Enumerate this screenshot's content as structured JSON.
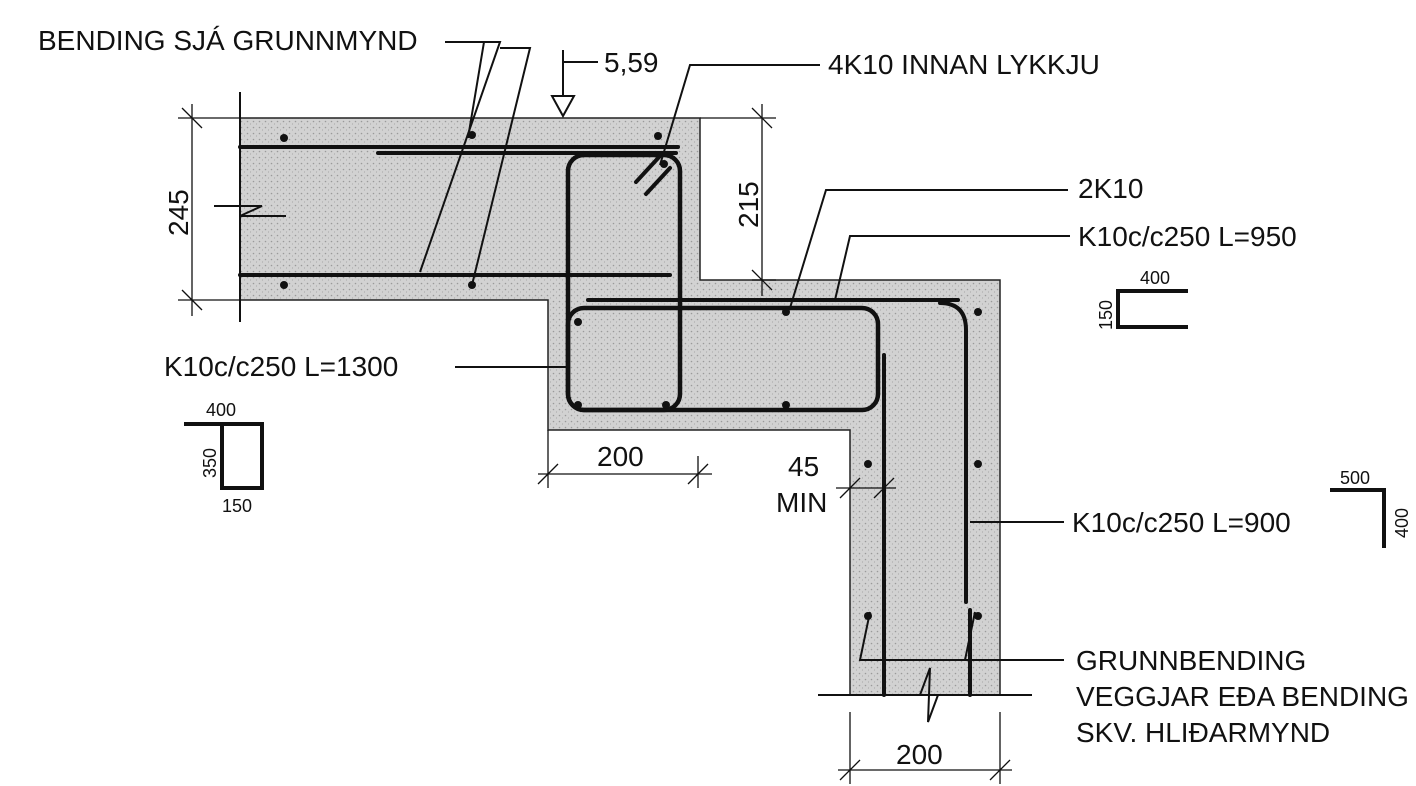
{
  "labels": {
    "bending_sja_grunnmynd": "BENDING SJÁ GRUNNMYND",
    "level": "5,59",
    "top_loop": "4K10 INNAN LYKKJU",
    "two_k10": "2K10",
    "k10_950": "K10c/c250 L=950",
    "k10_1300": "K10c/c250 L=1300",
    "k10_900": "K10c/c250 L=900",
    "grunnbending_line1": "GRUNNBENDING",
    "grunnbending_line2": "VEGGJAR EÐA BENDING",
    "grunnbending_line3": "SKV. HLIÐARMYND",
    "min": "MIN"
  },
  "dimensions": {
    "slab_thickness": "245",
    "step_height": "215",
    "beam_width": "200",
    "cover": "45",
    "wall_width": "200"
  },
  "bar_shapes": {
    "shape_950": {
      "top": "400",
      "side": "150"
    },
    "shape_1300": {
      "top": "400",
      "side": "350",
      "bottom": "150"
    },
    "shape_900": {
      "top": "500",
      "side": "400"
    }
  },
  "colors": {
    "concrete_fill": "#cfcfcf",
    "ink": "#111111"
  }
}
